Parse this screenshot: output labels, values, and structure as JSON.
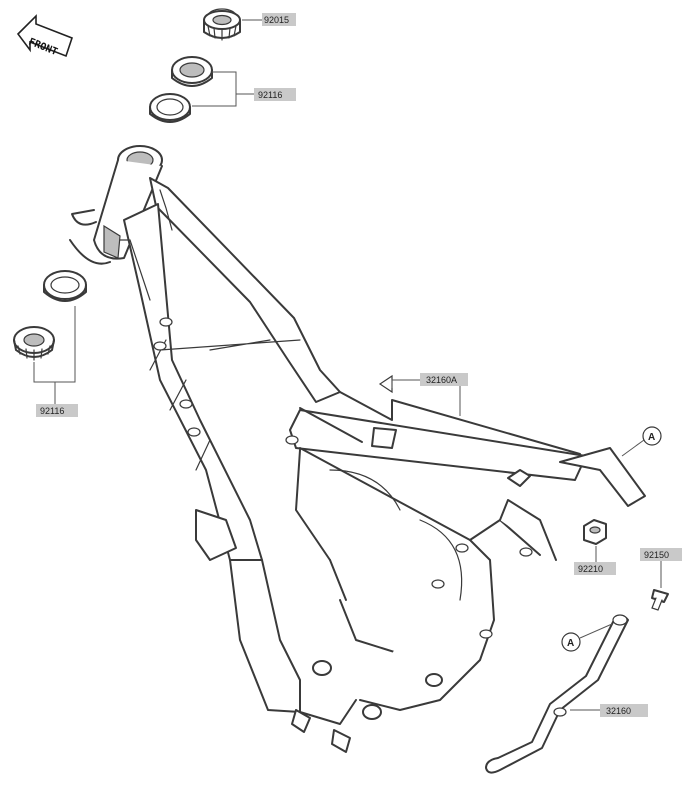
{
  "orientation": {
    "label": "FRONT"
  },
  "parts": {
    "steering_stem_nut": "92015",
    "upper_bearing": "92116",
    "lower_bearing": "92116",
    "frame": "32160A",
    "nut": "92210",
    "bolt": "92150",
    "side_stand": "32160"
  },
  "references": {
    "point_a_1": "A",
    "point_a_2": "A"
  }
}
